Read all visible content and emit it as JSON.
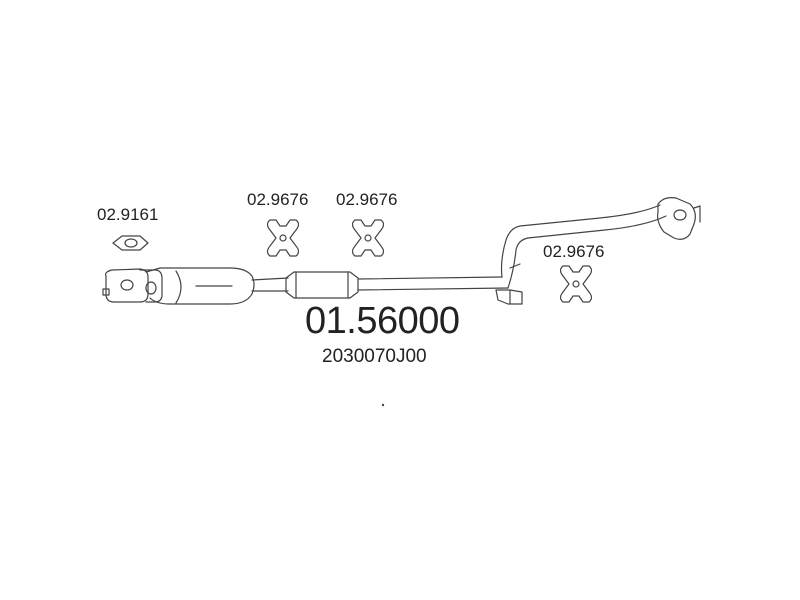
{
  "labels": {
    "gasket": "02.9161",
    "hanger_1": "02.9676",
    "hanger_2": "02.9676",
    "hanger_3": "02.9676"
  },
  "part_number": "01.56000",
  "oe_number": "2030070J00",
  "colors": {
    "line": "#444444",
    "text": "#222222",
    "background": "#ffffff"
  }
}
